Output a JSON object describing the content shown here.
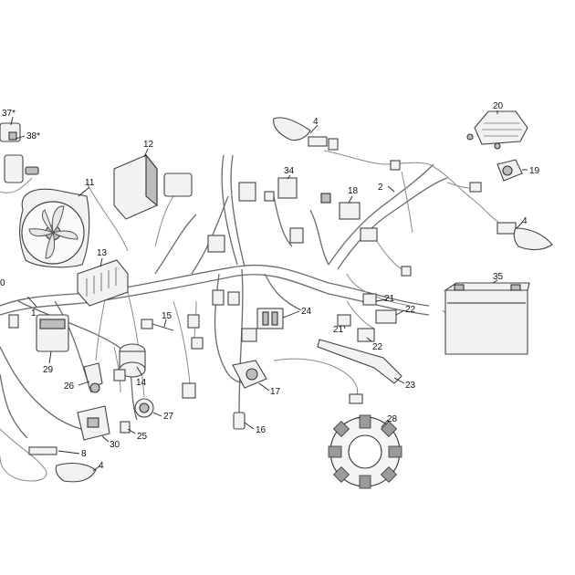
{
  "callouts": [
    {
      "id": "c37",
      "text": "37*"
    },
    {
      "id": "c38",
      "text": "38*"
    },
    {
      "id": "c0",
      "text": "0"
    },
    {
      "id": "c1",
      "text": "1"
    },
    {
      "id": "c2",
      "text": "2"
    },
    {
      "id": "c4a",
      "text": "4"
    },
    {
      "id": "c4b",
      "text": "4"
    },
    {
      "id": "c4c",
      "text": "4"
    },
    {
      "id": "c8",
      "text": "8"
    },
    {
      "id": "c11",
      "text": "11"
    },
    {
      "id": "c12",
      "text": "12"
    },
    {
      "id": "c13",
      "text": "13"
    },
    {
      "id": "c14",
      "text": "14"
    },
    {
      "id": "c15",
      "text": "15"
    },
    {
      "id": "c16",
      "text": "16"
    },
    {
      "id": "c17",
      "text": "17"
    },
    {
      "id": "c18",
      "text": "18"
    },
    {
      "id": "c19",
      "text": "19"
    },
    {
      "id": "c20",
      "text": "20"
    },
    {
      "id": "c21a",
      "text": "21"
    },
    {
      "id": "c21b",
      "text": "21"
    },
    {
      "id": "c22a",
      "text": "22"
    },
    {
      "id": "c22b",
      "text": "22"
    },
    {
      "id": "c23",
      "text": "23"
    },
    {
      "id": "c24",
      "text": "24"
    },
    {
      "id": "c25",
      "text": "25"
    },
    {
      "id": "c26",
      "text": "26"
    },
    {
      "id": "c27",
      "text": "27"
    },
    {
      "id": "c28",
      "text": "28"
    },
    {
      "id": "c29",
      "text": "29"
    },
    {
      "id": "c30",
      "text": "30"
    },
    {
      "id": "c34",
      "text": "34"
    },
    {
      "id": "c35",
      "text": "35"
    }
  ]
}
